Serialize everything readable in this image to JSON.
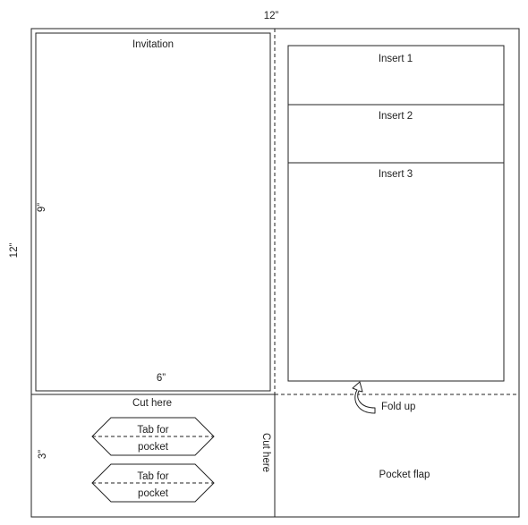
{
  "dimensions": {
    "top_width": "12”",
    "left_height": "12”",
    "invitation_height": "9”",
    "invitation_width": "6”",
    "flap_height": "3”"
  },
  "invitation": {
    "label": "Invitation"
  },
  "inserts": [
    {
      "label": "Insert 1"
    },
    {
      "label": "Insert 2"
    },
    {
      "label": "Insert 3"
    }
  ],
  "bottom": {
    "cut_here_horizontal": "Cut here",
    "cut_here_vertical": "Cut here",
    "fold_up": "Fold up",
    "pocket_flap": "Pocket flap",
    "tabs": [
      {
        "line1": "Tab for",
        "line2": "pocket"
      },
      {
        "line1": "Tab for",
        "line2": "pocket"
      }
    ]
  },
  "colors": {
    "line": "#222222"
  }
}
